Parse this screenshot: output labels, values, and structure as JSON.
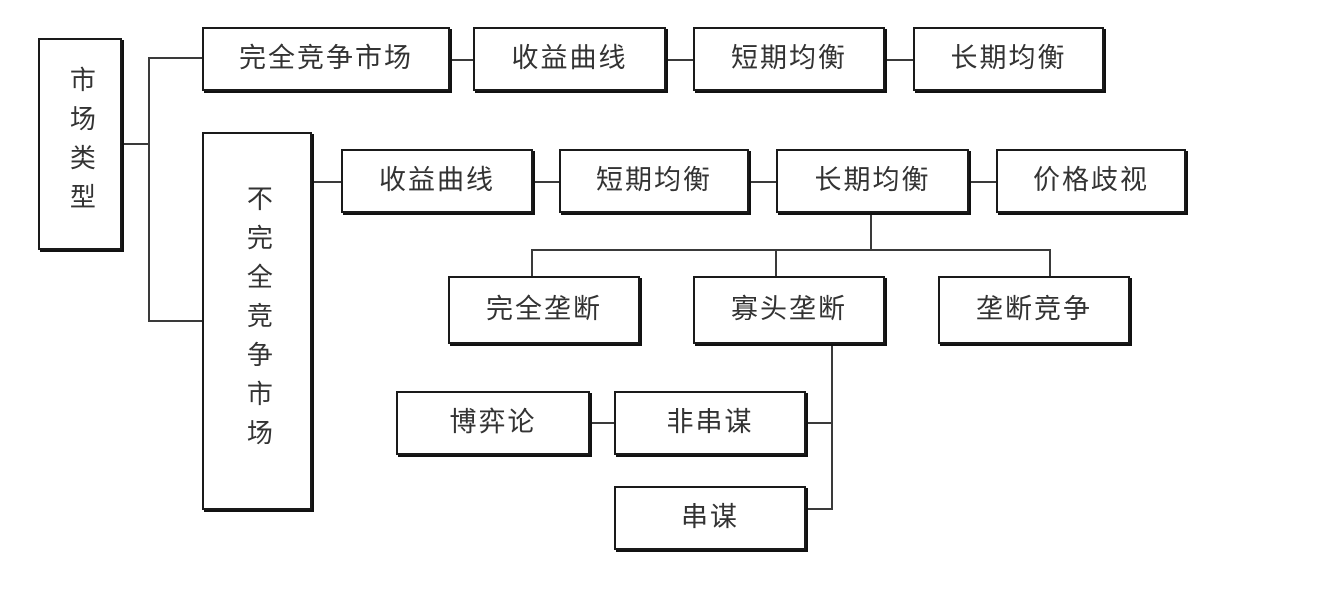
{
  "diagram": {
    "title": "市场类型结构图",
    "type": "flowchart-tree",
    "orientation": "left-to-right",
    "colors": {
      "background": "#ffffff",
      "box_border": "#1a1a1a",
      "box_shadow": "#111111",
      "connector": "#3a3a3a",
      "text": "#333333"
    }
  },
  "nodes": {
    "root": {
      "label": "市场类型",
      "orientation": "vertical"
    },
    "perfect_market": {
      "label": "完全竞争市场",
      "orientation": "horizontal"
    },
    "pm_revenue_curve": {
      "label": "收益曲线",
      "orientation": "horizontal"
    },
    "pm_short_equilibrium": {
      "label": "短期均衡",
      "orientation": "horizontal"
    },
    "pm_long_equilibrium": {
      "label": "长期均衡",
      "orientation": "horizontal"
    },
    "imperfect_market": {
      "label": "不完全竞争市场",
      "orientation": "vertical"
    },
    "im_revenue_curve": {
      "label": "收益曲线",
      "orientation": "horizontal"
    },
    "im_short_equilibrium": {
      "label": "短期均衡",
      "orientation": "horizontal"
    },
    "im_long_equilibrium": {
      "label": "长期均衡",
      "orientation": "horizontal"
    },
    "im_price_discrimination": {
      "label": "价格歧视",
      "orientation": "horizontal"
    },
    "pure_monopoly": {
      "label": "完全垄断",
      "orientation": "horizontal"
    },
    "oligopoly": {
      "label": "寡头垄断",
      "orientation": "horizontal"
    },
    "monopolistic_competition": {
      "label": "垄断竞争",
      "orientation": "horizontal"
    },
    "game_theory": {
      "label": "博弈论",
      "orientation": "horizontal"
    },
    "non_collusion": {
      "label": "非串谋",
      "orientation": "horizontal"
    },
    "collusion": {
      "label": "串谋",
      "orientation": "horizontal"
    }
  }
}
